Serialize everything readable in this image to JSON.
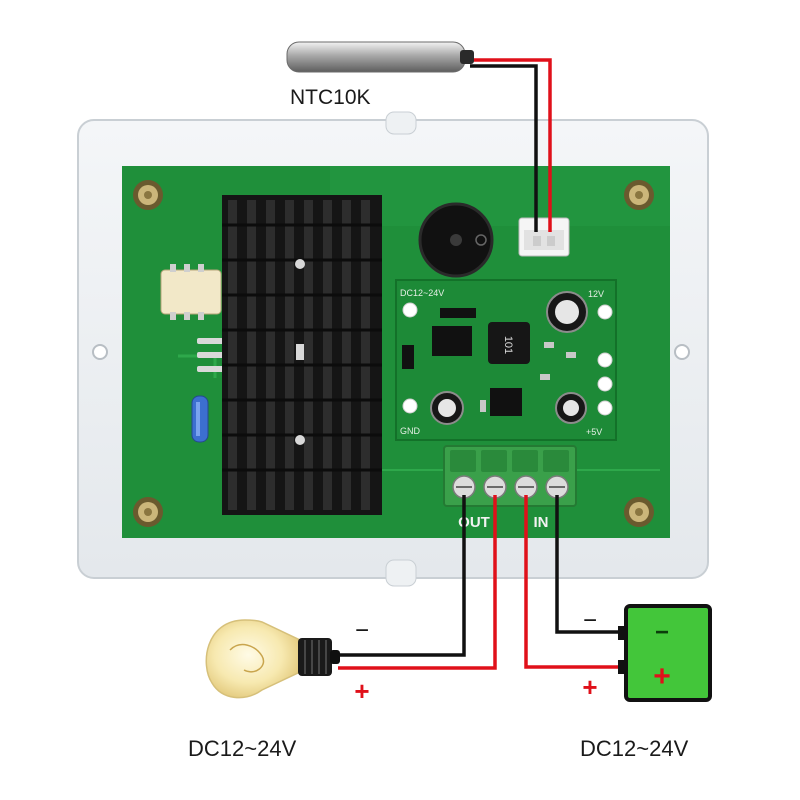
{
  "sensor": {
    "label": "NTC10K"
  },
  "module": {
    "input_label": "DC12~24V",
    "output_12v": "12V",
    "output_5v": "+5V",
    "gnd": "GND",
    "inductor": "101",
    "terminal_out": "OUT",
    "terminal_in": "IN"
  },
  "load": {
    "minus": "−",
    "plus": "+",
    "supply_label": "DC12~24V"
  },
  "battery": {
    "minus": "−",
    "plus": "+"
  },
  "supply": {
    "minus": "−",
    "plus": "+",
    "supply_label": "DC12~24V"
  },
  "colors": {
    "pcb": "#1f8f3a",
    "heatsink": "#1b1b1b",
    "wire_red": "#e0101a",
    "wire_black": "#111111",
    "battery_fill": "#43c63a",
    "terminal_green": "#3aa04a"
  }
}
